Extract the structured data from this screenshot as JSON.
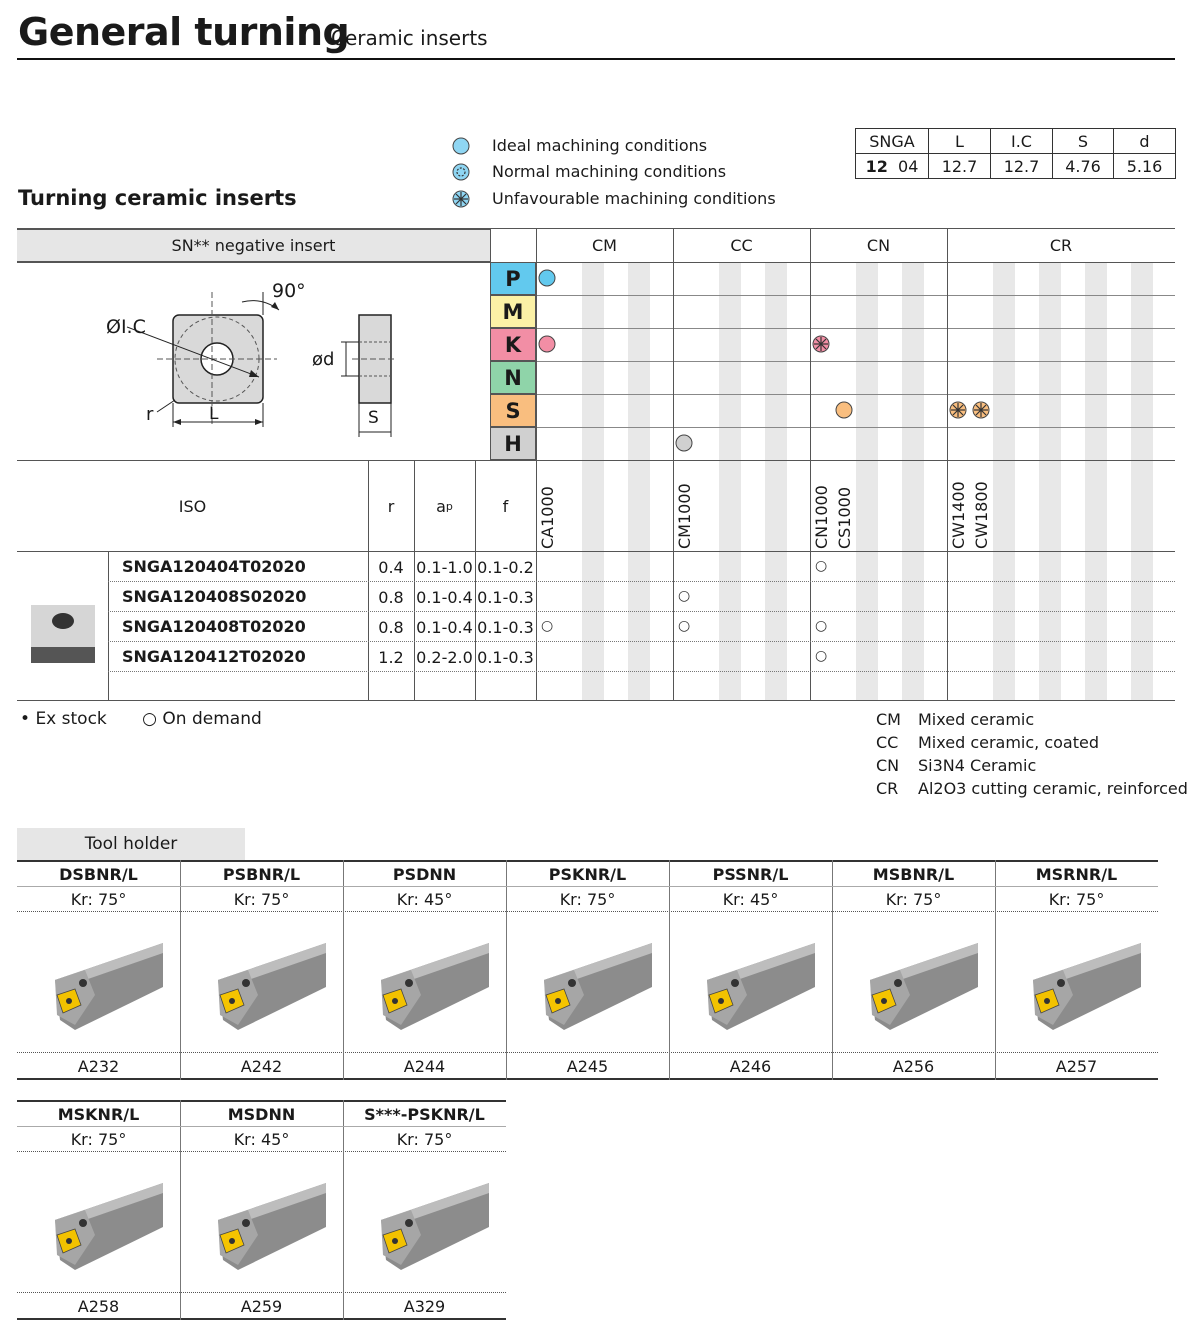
{
  "header": {
    "title": "General turning",
    "subtitle": "Ceramic inserts"
  },
  "section_title": "Turning ceramic inserts",
  "legend": [
    {
      "icon": "ideal-icon",
      "label": "Ideal machining conditions"
    },
    {
      "icon": "normal-icon",
      "label": "Normal machining conditions"
    },
    {
      "icon": "unfavourable-icon",
      "label": "Unfavourable machining conditions"
    }
  ],
  "dim_table": {
    "headers": [
      "SNGA",
      "L",
      "I.C",
      "S",
      "d"
    ],
    "values": [
      "12",
      "04",
      "12.7",
      "12.7",
      "4.76",
      "5.16"
    ]
  },
  "insert_header": "SN** negative insert",
  "diagram": {
    "angle": "90°",
    "ic": "ØI.C",
    "d": "ød",
    "r": "r",
    "L": "L",
    "S": "S"
  },
  "groups": [
    "CM",
    "CC",
    "CN",
    "CR"
  ],
  "materials": [
    {
      "letter": "P",
      "color": "#62c9ee"
    },
    {
      "letter": "M",
      "color": "#fbf1a6"
    },
    {
      "letter": "K",
      "color": "#f28ea5"
    },
    {
      "letter": "N",
      "color": "#8fd4a9"
    },
    {
      "letter": "S",
      "color": "#f9be7f"
    },
    {
      "letter": "H",
      "color": "#d0d0d0"
    }
  ],
  "iso_headers": {
    "iso": "ISO",
    "r": "r",
    "ap": "a",
    "ap_sub": "p",
    "f": "f"
  },
  "grades": [
    "CA1000",
    "CM1000",
    "CN1000",
    "CS1000",
    "CW1400",
    "CW1800"
  ],
  "iso_rows": [
    {
      "code": "SNGA120404T02020",
      "r": "0.4",
      "ap": "0.1-1.0",
      "f": "0.1-0.2"
    },
    {
      "code": "SNGA120408S02020",
      "r": "0.8",
      "ap": "0.1-0.4",
      "f": "0.1-0.3"
    },
    {
      "code": "SNGA120408T02020",
      "r": "0.8",
      "ap": "0.1-0.4",
      "f": "0.1-0.3"
    },
    {
      "code": "SNGA120412T02020",
      "r": "1.2",
      "ap": "0.2-2.0",
      "f": "0.1-0.3"
    }
  ],
  "stock_legend": {
    "ex_stock": "Ex stock",
    "on_demand": "On demand",
    "ex_symbol": "•",
    "od_symbol": "○"
  },
  "group_legend": [
    {
      "code": "CM",
      "label": "Mixed ceramic"
    },
    {
      "code": "CC",
      "label": "Mixed ceramic, coated"
    },
    {
      "code": "CN",
      "label": "Si3N4 Ceramic"
    },
    {
      "code": "CR",
      "label": "Al2O3 cutting ceramic, reinforced"
    }
  ],
  "tool_holder": {
    "title": "Tool holder",
    "row1": [
      {
        "name": "DSBNR/L",
        "kr": "Kr: 75°",
        "code": "A232"
      },
      {
        "name": "PSBNR/L",
        "kr": "Kr: 75°",
        "code": "A242"
      },
      {
        "name": "PSDNN",
        "kr": "Kr: 45°",
        "code": "A244"
      },
      {
        "name": "PSKNR/L",
        "kr": "Kr: 75°",
        "code": "A245"
      },
      {
        "name": "PSSNR/L",
        "kr": "Kr: 45°",
        "code": "A246"
      },
      {
        "name": "MSBNR/L",
        "kr": "Kr: 75°",
        "code": "A256"
      },
      {
        "name": "MSRNR/L",
        "kr": "Kr: 75°",
        "code": "A257"
      }
    ],
    "row2": [
      {
        "name": "MSKNR/L",
        "kr": "Kr: 75°",
        "code": "A258"
      },
      {
        "name": "MSDNN",
        "kr": "Kr: 45°",
        "code": "A259"
      },
      {
        "name": "S***-PSKNR/L",
        "kr": "Kr: 75°",
        "code": "A329"
      }
    ]
  }
}
